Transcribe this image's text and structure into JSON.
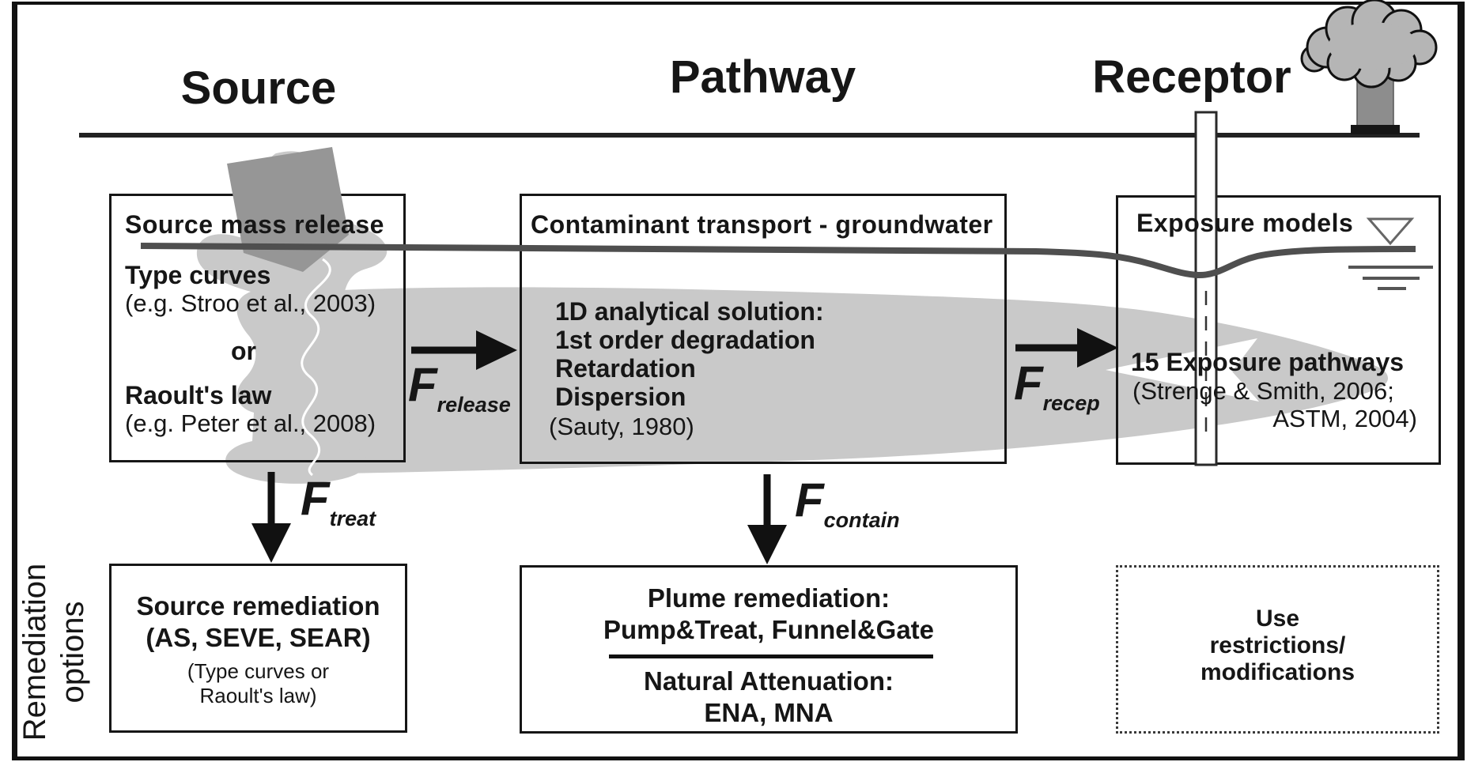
{
  "figure": {
    "columns": {
      "source": "Source",
      "pathway": "Pathway",
      "receptor": "Receptor"
    },
    "side_label": {
      "line1": "Remediation",
      "line2": "options"
    },
    "source_box": {
      "title": "Source mass release",
      "method1": "Type curves",
      "method1_ref": "(e.g. Stroo et al., 2003)",
      "conjunction": "or",
      "method2": "Raoult's law",
      "method2_ref": "(e.g. Peter et al., 2008)"
    },
    "pathway_box": {
      "title": "Contaminant transport - groundwater",
      "line1": "1D analytical solution:",
      "line2": "1st order degradation",
      "line3": "Retardation",
      "line4": "Dispersion",
      "ref": "(Sauty, 1980)"
    },
    "receptor_box": {
      "title": "Exposure models",
      "line1": "15 Exposure pathways",
      "ref1": "(Strenge & Smith, 2006;",
      "ref2": "ASTM, 2004)"
    },
    "fluxes": {
      "release": {
        "symbol": "F",
        "subscript": "release"
      },
      "recep": {
        "symbol": "F",
        "subscript": "recep"
      },
      "treat": {
        "symbol": "F",
        "subscript": "treat"
      },
      "contain": {
        "symbol": "F",
        "subscript": "contain"
      }
    },
    "source_remediation_box": {
      "line1": "Source remediation",
      "line2": "(AS, SEVE, SEAR)",
      "line3": "(Type curves or",
      "line4": "Raoult's law)"
    },
    "plume_remediation_box": {
      "line1": "Plume remediation:",
      "line2": "Pump&Treat, Funnel&Gate",
      "line3": "Natural Attenuation:",
      "line4": "ENA, MNA"
    },
    "use_restrictions_box": {
      "line1": "Use",
      "line2": "restrictions/",
      "line3": "modifications"
    },
    "colors": {
      "plume": "#c9c9c9",
      "spill": "#969696",
      "water_table_line": "#4f4f4f",
      "ground_line": "#222222",
      "tree_canopy": "#b5b5b5",
      "tree_trunk": "#8d8d8d",
      "ink": "#161616"
    }
  }
}
